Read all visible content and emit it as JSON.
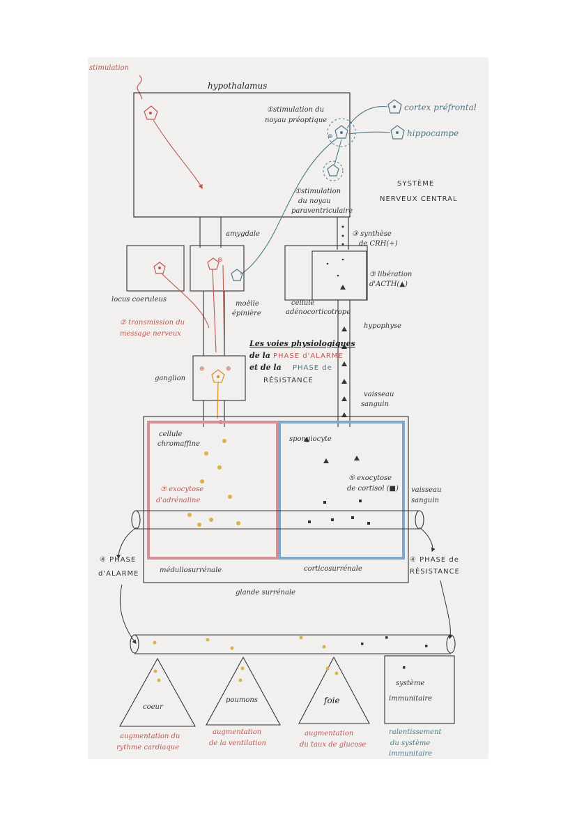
{
  "labels": {
    "stimulation": "stimulation",
    "hypothalamus": "hypothalamus",
    "stim_preoptic_1": "①stimulation du",
    "stim_preoptic_2": "noyau préoptique",
    "cortex": "cortex préfrontal",
    "hippocampe": "hippocampe",
    "snc_1": "SYSTÈME",
    "snc_2": "NERVEUX CENTRAL",
    "stim_para_1": "①stimulation",
    "stim_para_2": "du noyau",
    "stim_para_3": "paraventriculaire",
    "amygdale": "amygdale",
    "synthese_1": "③ synthèse",
    "synthese_2": "de CRH(+)",
    "liberation_1": "③ libération",
    "liberation_2": "d'ACTH(▲)",
    "locus": "locus coeruleus",
    "moelle_1": "moëlle",
    "moelle_2": "épinière",
    "cellule_adeno_1": "cellule",
    "cellule_adeno_2": "adénocorticotrope",
    "hypophyse": "hypophyse",
    "transmission_1": "② transmission du",
    "transmission_2": "message nerveux",
    "title_1": "Les voies physiologiques",
    "title_2a": "de la ",
    "title_2b": "PHASE d'ALARME",
    "title_3a": "et de la ",
    "title_3b": "PHASE de",
    "title_4": "RÉSISTANCE",
    "ganglion": "ganglion",
    "vaisseau_1": "vaisseau",
    "vaisseau_2": "sanguin",
    "chromaffine_1": "cellule",
    "chromaffine_2": "chromaffine",
    "spongiocyte": "spongiocyte",
    "exo_adre_1": "③ exocytose",
    "exo_adre_2": "d'adrénaline",
    "exo_cort_1": "⑤ exocytose",
    "exo_cort_2": "de cortisol (■)",
    "vaisseau2_1": "vaisseau",
    "vaisseau2_2": "sanguin",
    "phase_alarme_1": "④ PHASE",
    "phase_alarme_2": "d'ALARME",
    "phase_res_1": "④ PHASE de",
    "phase_res_2": "RÉSISTANCE",
    "medullo": "médullosurrénale",
    "cortico": "corticosurrénale",
    "glande": "glande surrénale",
    "coeur": "coeur",
    "poumons": "poumons",
    "foie": "foie",
    "systeme_1": "système",
    "systeme_2": "immunitaire",
    "eff1_1": "augmentation du",
    "eff1_2": "rythme cardiaque",
    "eff2_1": "augmentation",
    "eff2_2": "de la ventilation",
    "eff3_1": "augmentation",
    "eff3_2": "du taux de glucose",
    "eff4_1": "ralentissement",
    "eff4_2": "du système",
    "eff4_3": "immunitaire"
  },
  "colors": {
    "red": "#c2564e",
    "orange": "#d9932f",
    "blue": "#4a7a8c",
    "pink_border": "#d98f96",
    "blue_border": "#7fa6cc",
    "ink": "#333333"
  }
}
